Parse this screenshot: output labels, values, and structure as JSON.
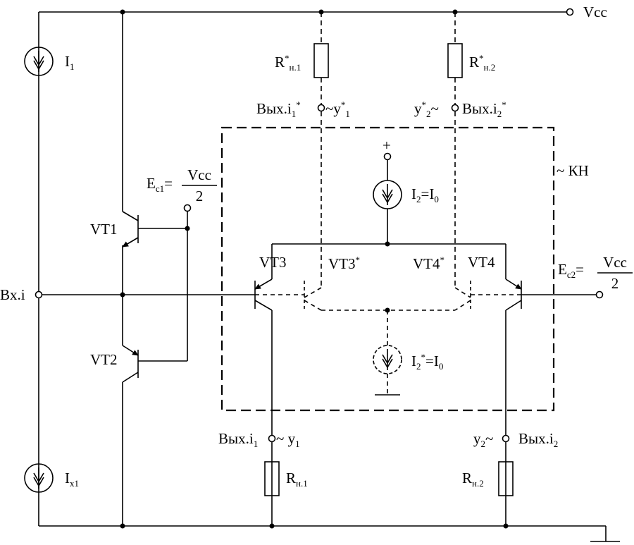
{
  "labels": {
    "vcc": "Vcc",
    "i1": "I",
    "i1_sub": "1",
    "ix1": "I",
    "ix1_sub": "x1",
    "vt1": "VT1",
    "vt2": "VT2",
    "vt3": "VT3",
    "vt3s": "VT3",
    "vt4s": "VT4",
    "vt4": "VT4",
    "star": "*",
    "bx": "Bx.i",
    "ec1": "E",
    "ec1_sub": "c1",
    "ec2": "E",
    "ec2_sub": "c2",
    "eq": "=",
    "frac_num": "Vcc",
    "frac_den": "2",
    "kh": "КН",
    "plus": "+",
    "i2": "I",
    "i2_sub": "2",
    "i0": "=I",
    "i0_sub": "0",
    "rn1s": "R",
    "rn1s_sub": "н.1",
    "rn2s": "R",
    "rn2s_sub": "н.2",
    "out1s": "Вых.i",
    "out1s_sub": "1",
    "y1s": "y",
    "y1s_sub": "1",
    "y2s": "y",
    "y2s_sub": "2",
    "out2s": "Вых.i",
    "out2s_sub": "2",
    "out1": "Вых.i",
    "out1_sub": "1",
    "y1": "y",
    "y1_sub": "1",
    "y2": "y",
    "y2_sub": "2",
    "out2": "Вых.i",
    "out2_sub": "2",
    "rn1": "R",
    "rn1_sub": "н.1",
    "rn2": "R",
    "rn2_sub": "н.2",
    "tilde": "~"
  }
}
